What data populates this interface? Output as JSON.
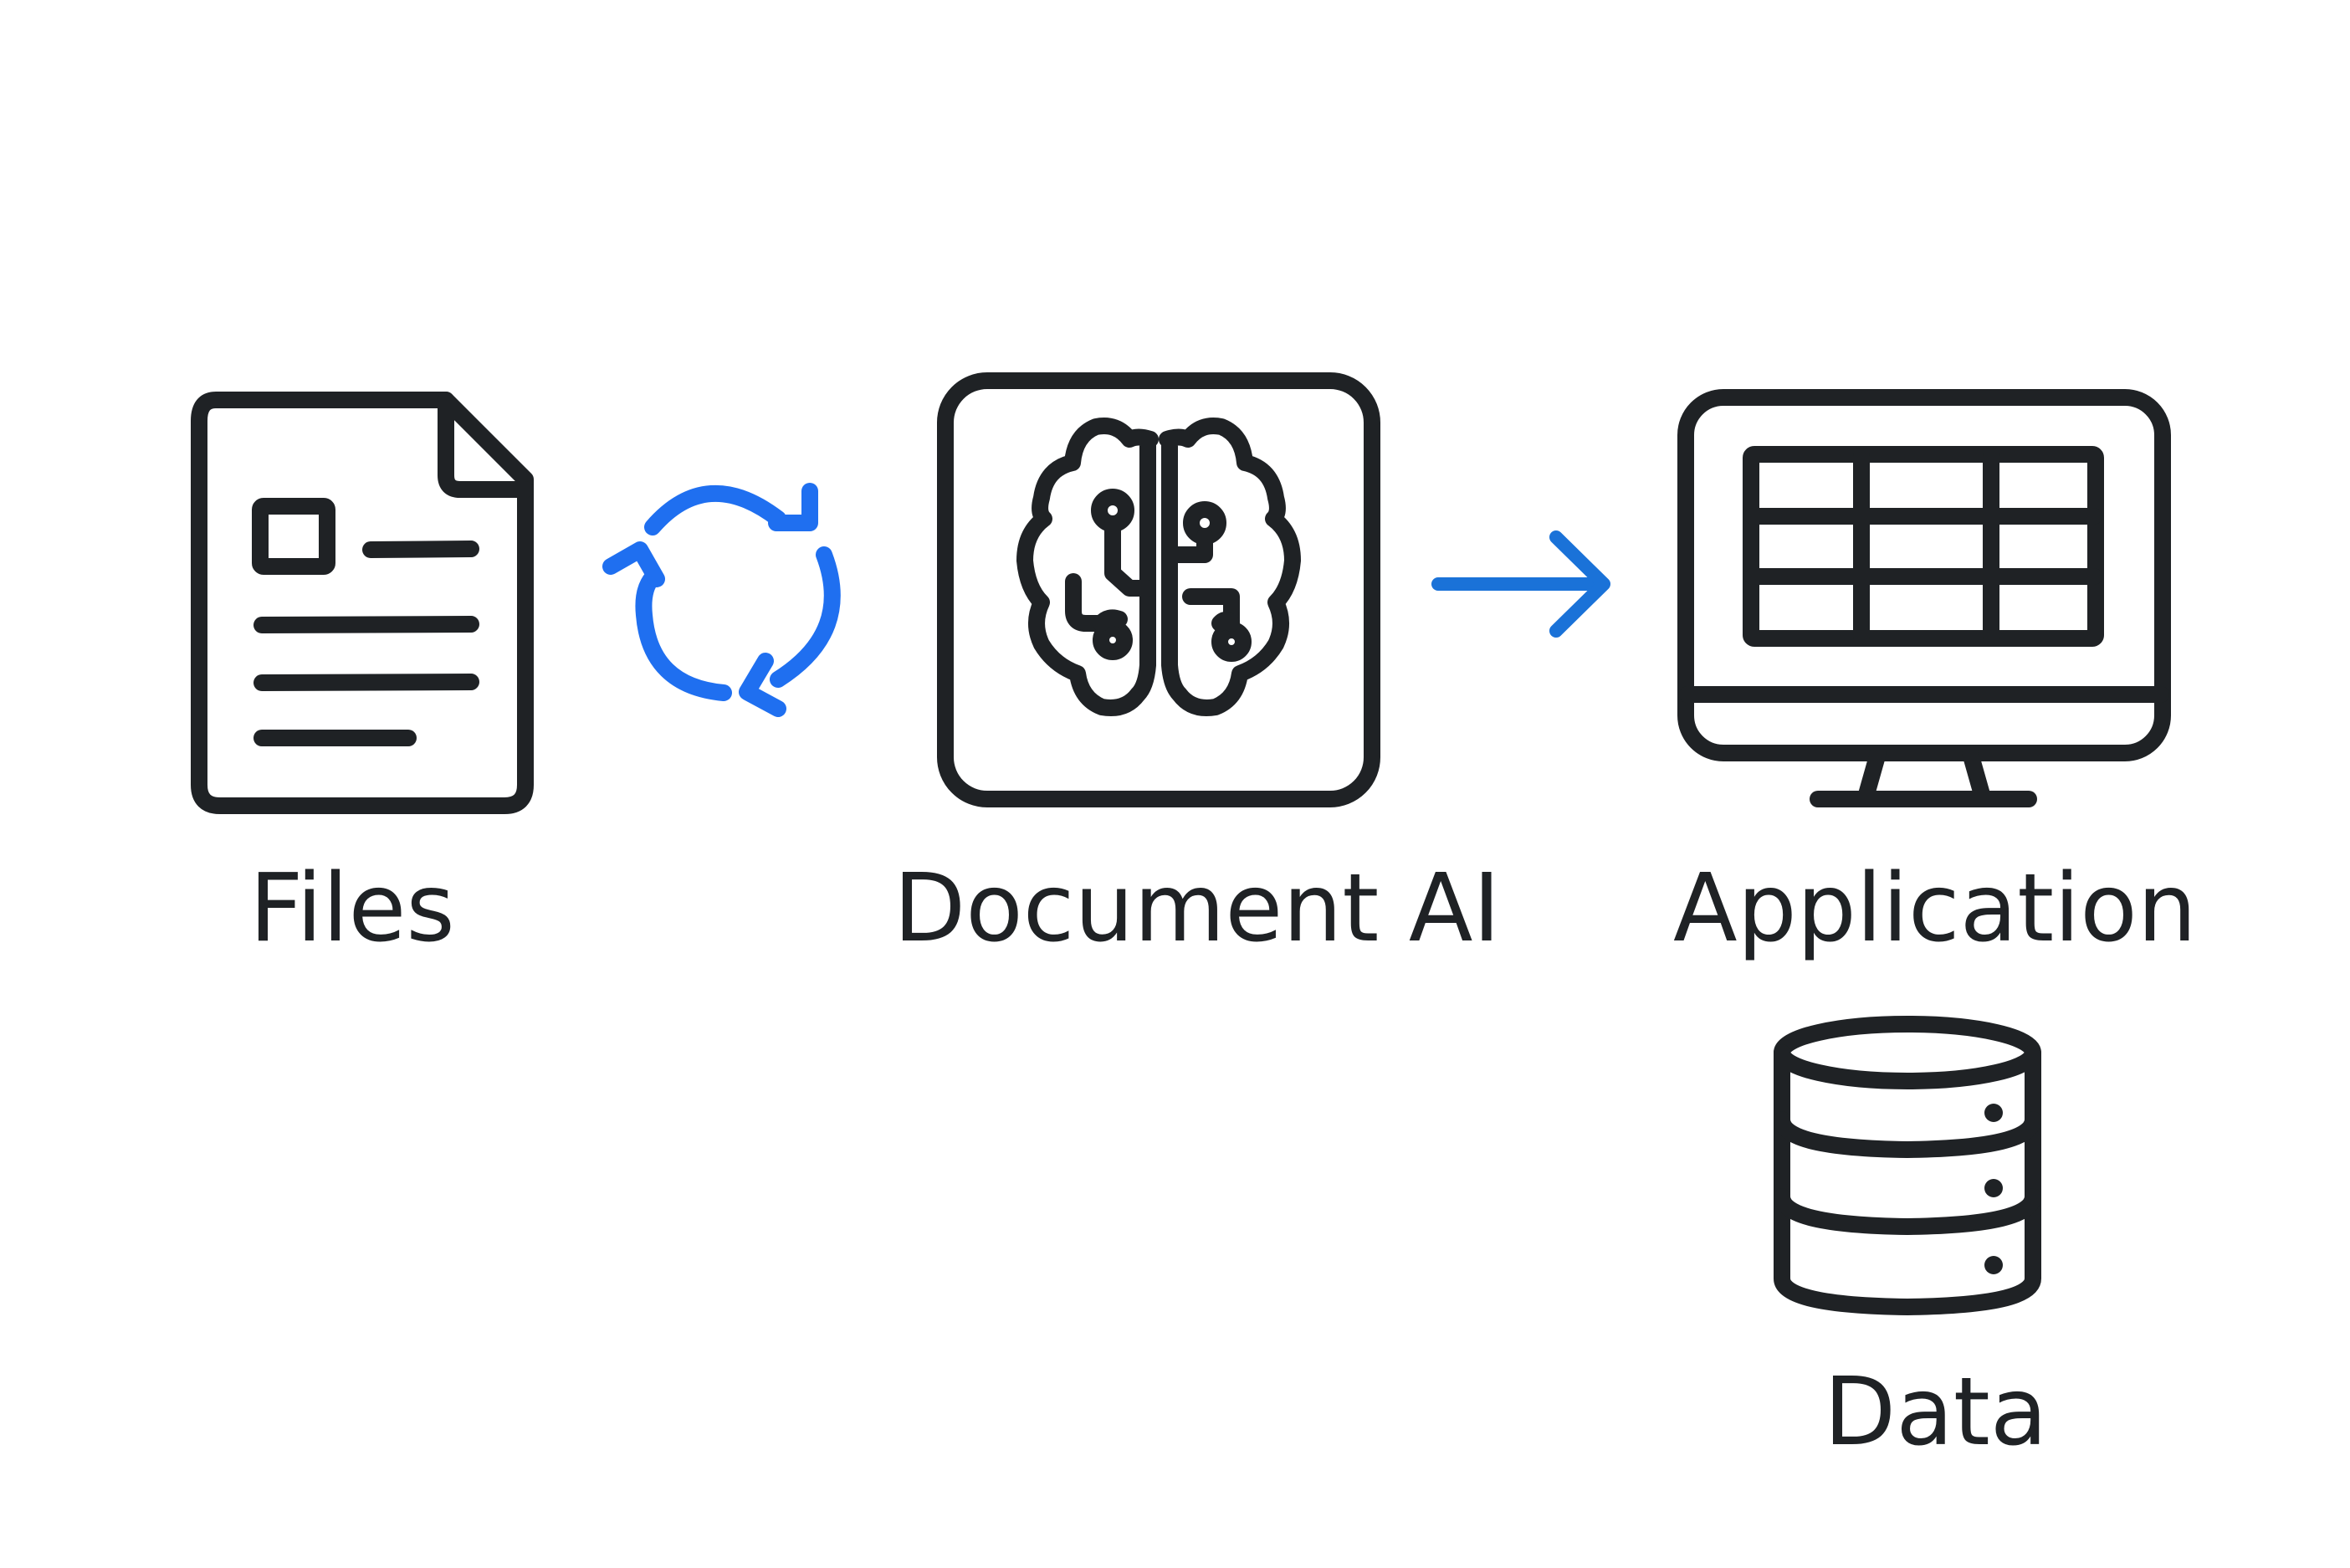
{
  "nodes": {
    "files": {
      "label": "Files",
      "icon": "document-icon"
    },
    "document_ai": {
      "label": "Document AI",
      "icon": "ai-brain-icon"
    },
    "application": {
      "label": "Application",
      "icon": "monitor-table-icon"
    },
    "data": {
      "label": "Data",
      "icon": "database-icon"
    }
  },
  "connectors": {
    "files_to_ai": {
      "icon": "refresh-cycle-icon",
      "color": "#1f6ff0"
    },
    "ai_to_application": {
      "icon": "arrow-right-icon",
      "color": "#1a72d8"
    }
  },
  "colors": {
    "stroke": "#1f2225",
    "background": "#ffffff"
  }
}
